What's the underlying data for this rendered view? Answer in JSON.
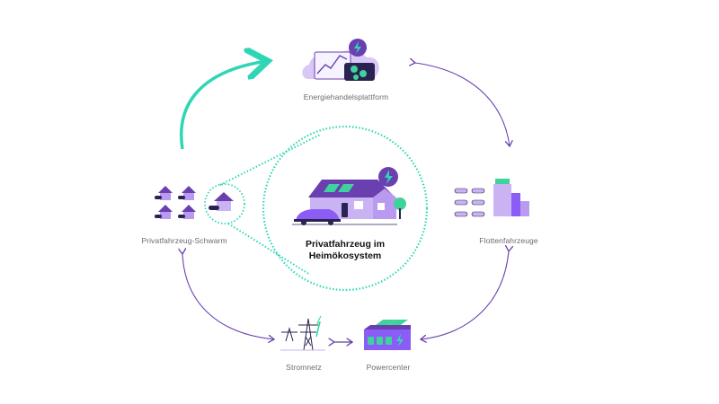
{
  "nodes": {
    "energy_platform": {
      "label": "Energiehandelsplattform"
    },
    "swarm": {
      "label": "Privatfahrzeug-Schwarm"
    },
    "fleet": {
      "label": "Flottenfahrzeuge"
    },
    "grid": {
      "label": "Stromnetz"
    },
    "powercenter": {
      "label": "Powercenter"
    },
    "home": {
      "label": "Privatfahrzeug im Heimökosystem"
    }
  },
  "colors": {
    "teal": "#2fd6b5",
    "purple": "#6a3fb0",
    "violet": "#8b5cf6",
    "lavender": "#c9b3f2",
    "dark_navy": "#2a2250",
    "pink": "#f3a7d5",
    "green": "#3ed39a"
  },
  "icons": [
    "chart-cloud-icon",
    "houses-icon",
    "home-car-icon",
    "fleet-cars-icon",
    "power-tower-icon",
    "battery-building-icon",
    "lightning-icon"
  ]
}
